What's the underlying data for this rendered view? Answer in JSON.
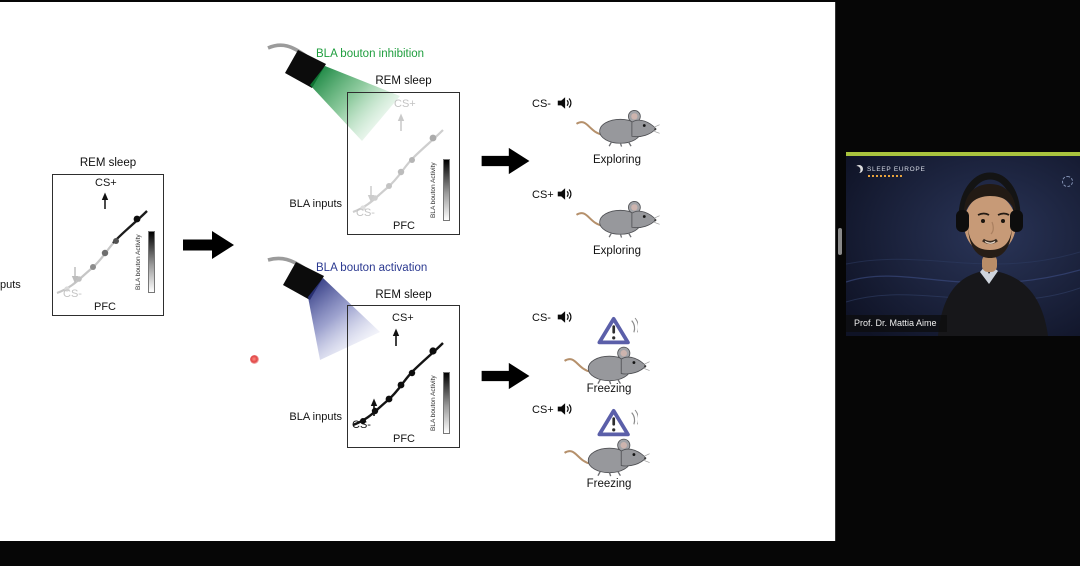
{
  "presentation": {
    "left_panel": {
      "title": "REM sleep",
      "cs_plus": "CS+",
      "cs_minus": "CS-",
      "pfc_label": "PFC",
      "colorbar_label": "BLA bouton Activity",
      "inputs_cutoff_label": "puts"
    },
    "top_branch": {
      "heading": "BLA bouton inhibition",
      "heading_color": "#1f9e3e",
      "panel": {
        "title": "REM sleep",
        "cs_plus": "CS+",
        "cs_minus": "CS-",
        "pfc_label": "PFC",
        "colorbar_label": "BLA bouton Activity"
      },
      "bla_inputs_label": "BLA inputs",
      "outcomes": [
        {
          "cue": "CS-",
          "behavior": "Exploring"
        },
        {
          "cue": "CS+",
          "behavior": "Exploring"
        }
      ]
    },
    "bottom_branch": {
      "heading": "BLA bouton activation",
      "heading_color": "#2b3990",
      "panel": {
        "title": "REM sleep",
        "cs_plus": "CS+",
        "cs_minus": "CS-",
        "pfc_label": "PFC",
        "colorbar_label": "BLA bouton Activity"
      },
      "bla_inputs_label": "BLA inputs",
      "outcomes": [
        {
          "cue": "CS-",
          "behavior": "Freezing"
        },
        {
          "cue": "CS+",
          "behavior": "Freezing"
        }
      ]
    }
  },
  "video_panel": {
    "name_tag": "Prof. Dr. Mattia Aime",
    "logo_text": "SLEEP EUROPE",
    "accent_color": "#a9c33e"
  }
}
